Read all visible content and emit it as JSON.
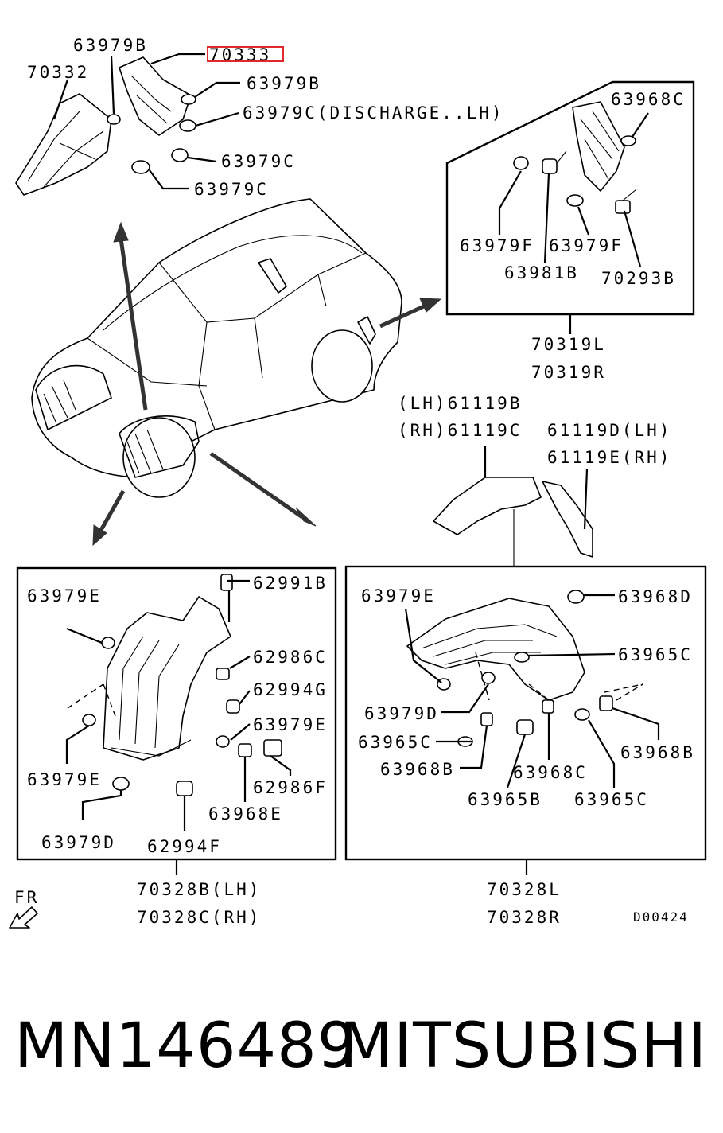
{
  "diagram": {
    "highlighted_part": "70333",
    "labels": {
      "l_63979B_top": "63979B",
      "l_70332": "70332",
      "l_70333": "70333",
      "l_63979B_r": "63979B",
      "l_63979C_dis": "63979C(DISCHARGE..LH)",
      "l_63979C_a": "63979C",
      "l_63979C_b": "63979C",
      "l_63968C_top": "63968C",
      "l_63979F_a": "63979F",
      "l_63979F_b": "63979F",
      "l_63981B": "63981B",
      "l_70293B": "70293B",
      "l_70319L": "70319L",
      "l_70319R": "70319R",
      "l_61119B": "(LH)61119B",
      "l_61119C": "(RH)61119C",
      "l_61119D": "61119D(LH)",
      "l_61119E": "61119E(RH)",
      "l_63979E_a": "63979E",
      "l_62991B": "62991B",
      "l_62986C": "62986C",
      "l_62994G": "62994G",
      "l_63979E_b": "63979E",
      "l_63979E_c": "63979E",
      "l_62986F": "62986F",
      "l_63968E": "63968E",
      "l_63979D_a": "63979D",
      "l_62994F": "62994F",
      "l_63979E_d": "63979E",
      "l_63968D": "63968D",
      "l_63965C_a": "63965C",
      "l_63979D_b": "63979D",
      "l_63965C_b": "63965C",
      "l_63968B_a": "63968B",
      "l_63968C_mid": "63968C",
      "l_63968B_b": "63968B",
      "l_63965B": "63965B",
      "l_63965C_c": "63965C",
      "l_70328B": "70328B(LH)",
      "l_70328C": "70328C(RH)",
      "l_70328L": "70328L",
      "l_70328R": "70328R",
      "l_fr": "FR",
      "l_code": "D00424"
    }
  },
  "footer": {
    "part_number": "MN146489",
    "brand": "MITSUBISHI"
  }
}
